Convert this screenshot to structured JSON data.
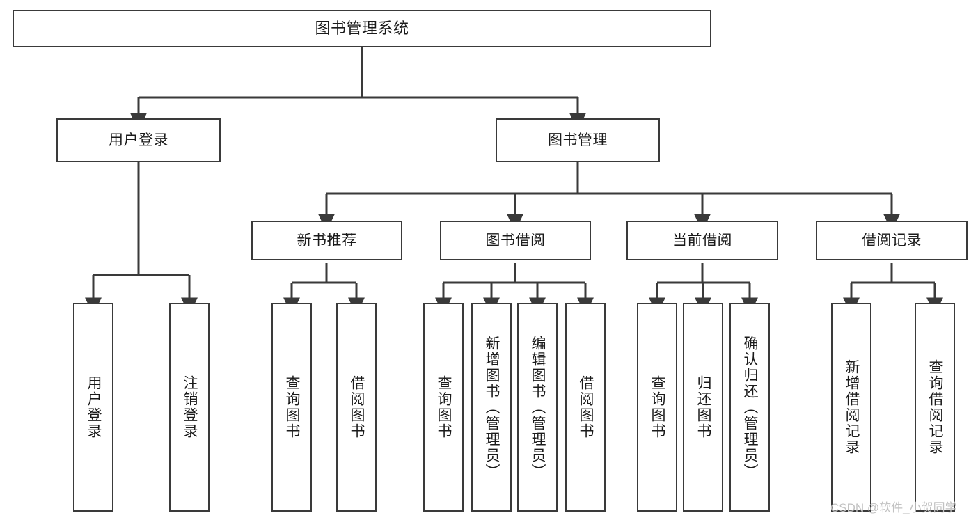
{
  "diagram": {
    "title": "图书管理系统",
    "type": "hierarchy-tree",
    "colors": {
      "box_border": "#3a3a3a",
      "box_fill": "#ffffff",
      "connector": "#3a3a3a",
      "text": "#1b1b1b",
      "watermark": "#c2c2c2"
    },
    "root": {
      "label": "图书管理系统"
    },
    "level2": [
      {
        "label": "用户登录"
      },
      {
        "label": "图书管理"
      }
    ],
    "level3": [
      {
        "label": "新书推荐"
      },
      {
        "label": "图书借阅"
      },
      {
        "label": "当前借阅"
      },
      {
        "label": "借阅记录"
      }
    ],
    "leaves": {
      "user_login": [
        {
          "label": "用户登录"
        },
        {
          "label": "注销登录"
        }
      ],
      "new_book_recommend": [
        {
          "label": "查询图书"
        },
        {
          "label": "借阅图书"
        }
      ],
      "book_borrow": [
        {
          "label": "查询图书"
        },
        {
          "label": "新增图书（管理员）"
        },
        {
          "label": "编辑图书（管理员）"
        },
        {
          "label": "借阅图书"
        }
      ],
      "current_borrow": [
        {
          "label": "查询图书"
        },
        {
          "label": "归还图书"
        },
        {
          "label": "确认归还（管理员）"
        }
      ],
      "borrow_record": [
        {
          "label": "新增借阅记录"
        },
        {
          "label": "查询借阅记录"
        }
      ]
    },
    "watermark": "CSDN @软件_小贺同学"
  }
}
